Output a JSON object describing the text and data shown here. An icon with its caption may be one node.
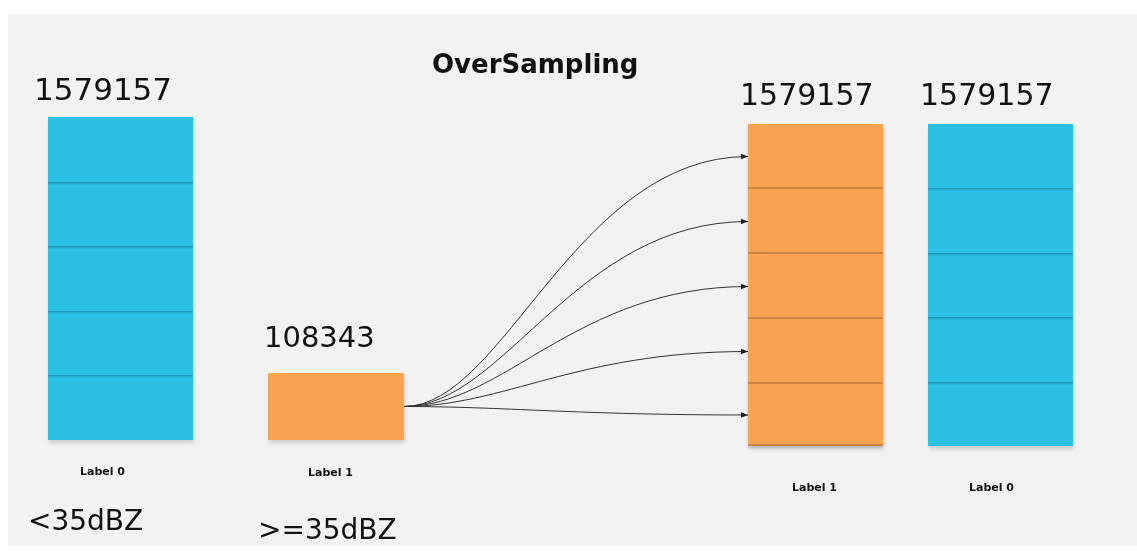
{
  "diagram": {
    "title": "OverSampling",
    "nodes": [
      {
        "text": [],
        "shape": "bar",
        "beside": [
          "1579157",
          "Label 0",
          "<35dBZ"
        ]
      },
      {
        "text": [],
        "shape": "box",
        "beside": [
          "108343",
          "Label 1",
          ">=35dBZ"
        ]
      },
      {
        "text": [],
        "shape": "bar",
        "beside": [
          "1579157",
          "Label 1"
        ]
      },
      {
        "text": [],
        "shape": "box",
        "in": 2
      },
      {
        "text": [],
        "shape": "box",
        "in": 2
      },
      {
        "text": [],
        "shape": "box",
        "in": 2
      },
      {
        "text": [],
        "shape": "box",
        "in": 2
      },
      {
        "text": [],
        "shape": "box",
        "in": 2
      },
      {
        "text": [],
        "shape": "bar",
        "beside": [
          "1579157",
          "Label 0"
        ]
      }
    ],
    "edges": [
      {
        "from": 1,
        "to": 3,
        "arrow": "to"
      },
      {
        "from": 1,
        "to": 4,
        "arrow": "to"
      },
      {
        "from": 1,
        "to": 5,
        "arrow": "to"
      },
      {
        "from": 1,
        "to": 6,
        "arrow": "to"
      },
      {
        "from": 1,
        "to": 7,
        "arrow": "to"
      }
    ]
  }
}
